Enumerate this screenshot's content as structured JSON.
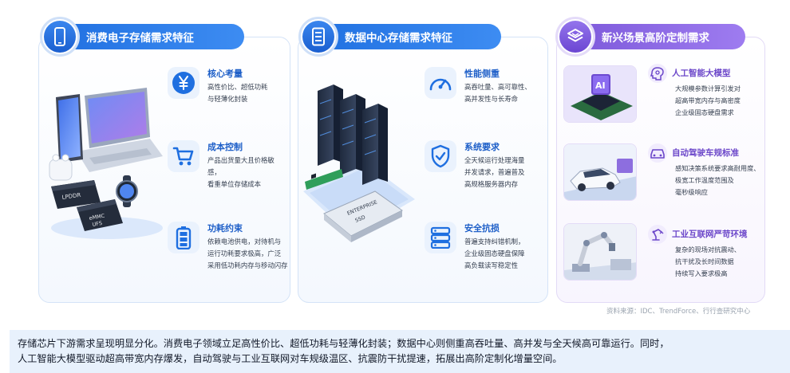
{
  "panels": [
    {
      "header": "消费电子存储需求特征",
      "header_icon": "smartphone-icon",
      "illustration": {
        "chip_labels": [
          "LPDDR",
          "eMMC\nUFS"
        ]
      },
      "features": [
        {
          "icon": "yuan-icon",
          "title": "核心考量",
          "desc": "高性价比、超低功耗\n与轻薄化封装"
        },
        {
          "icon": "cart-icon",
          "title": "成本控制",
          "desc": "产品出货量大且价格敏感，\n看重单位存储成本"
        },
        {
          "icon": "battery-icon",
          "title": "功耗约束",
          "desc": "依赖电池供电，对待机与\n运行功耗要求极高，广泛\n采用低功耗内存与移动闪存"
        }
      ]
    },
    {
      "header": "数据中心存储需求特征",
      "header_icon": "server-icon",
      "illustration": {
        "ssd_label": "ENTERPRISE\nSSD"
      },
      "features": [
        {
          "icon": "speedometer-icon",
          "title": "性能侧重",
          "desc": "高吞吐量、高可靠性、\n高并发性与长寿命"
        },
        {
          "icon": "shield-check-icon",
          "title": "系统要求",
          "desc": "全天候运行处理海量\n并发请求，普遍普及\n高规格服务器内存"
        },
        {
          "icon": "database-icon",
          "title": "安全抗损",
          "desc": "普遍支持纠错机制，\n企业级固态硬盘保障\n高负载读写稳定性"
        }
      ]
    },
    {
      "header": "新兴场景高阶定制需求",
      "header_icon": "layers-icon",
      "illustration": {
        "ai_chip_label": "AI"
      },
      "features": [
        {
          "icon": "ai-head-icon",
          "title": "人工智能大模型",
          "desc": "大规模参数计算引发对\n超高带宽内存与高密度\n企业级固态硬盘需求"
        },
        {
          "icon": "car-icon",
          "title": "自动驾驶车规标准",
          "desc": "感知决策系统要求高耐用度、\n极宽工作温度范围及\n毫秒级响应"
        },
        {
          "icon": "robot-arm-icon",
          "title": "工业互联网严苛环境",
          "desc": "复杂的现场对抗震动、\n抗干扰及长时间数据\n持续写入要求极高"
        }
      ]
    }
  ],
  "source": "资料来源：IDC、TrendForce、行行查研究中心",
  "summary": "存储芯片下游需求呈现明显分化。消费电子领域立足高性价比、超低功耗与轻薄化封装；数据中心则侧重高吞吐量、高并发与全天候高可靠运行。同时，\n人工智能大模型驱动超高带宽内存爆发，自动驾驶与工业互联网对车规级温区、抗震防干扰提速，拓展出高阶定制化增量空间。",
  "colors": {
    "blue": "#1f6fe0",
    "purple": "#7b57d9",
    "summary_bg": "#e8f1fc"
  }
}
